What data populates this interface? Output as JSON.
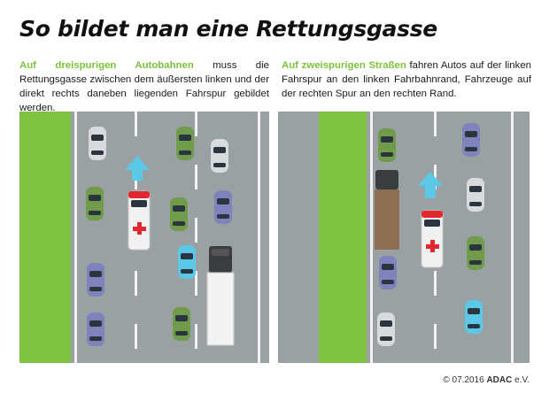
{
  "title": "So bildet man eine Rettungsgasse",
  "left": {
    "highlight": "Auf dreispurigen Autobahnen",
    "text": " muss die Rettungsgasse zwischen dem äußersten linken und der direkt rechts daneben liegenden Fahrspur gebildet werden."
  },
  "right": {
    "highlight": "Auf zweispurigen Straßen",
    "text": " fahren Autos auf der linken Fahrspur an den linken Fahrbahnrand, Fahrzeuge auf der rechten Spur an den rechten Rand."
  },
  "footer": {
    "copyright": "© 07.2016",
    "brand": "ADAC",
    "suffix": " e.V."
  },
  "colors": {
    "highlight": "#7cc23a",
    "grass": "#7fc241",
    "road": "#9aa1a3",
    "arrow": "#5bc8e8",
    "ambulance_cross": "#e0282e"
  }
}
